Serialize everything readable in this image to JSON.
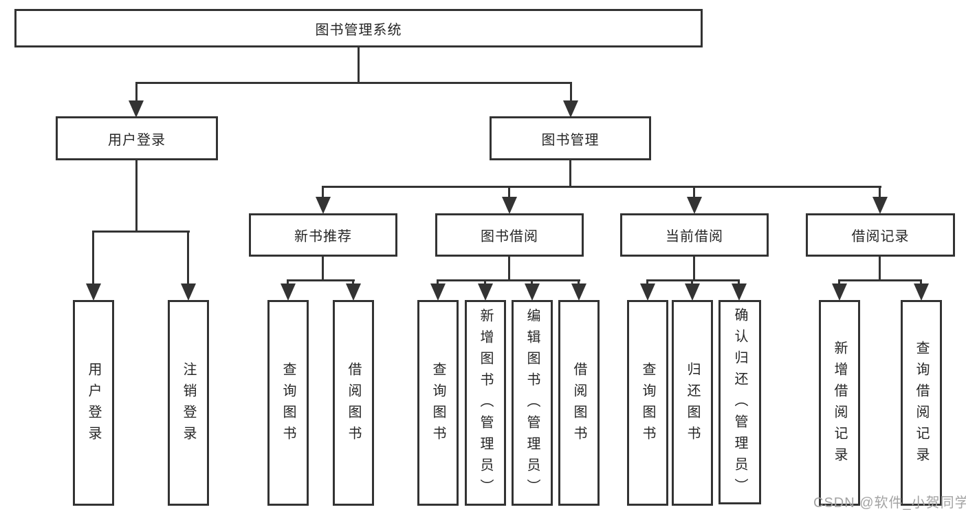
{
  "watermark": {
    "text": "CSDN @软件_小贺同学"
  },
  "colors": {
    "line": "#333333",
    "text": "#262626",
    "watermark": "#a3a3a3",
    "background": "#ffffff"
  },
  "tree": {
    "root": {
      "label": "图书管理系统"
    },
    "children": [
      {
        "label": "用户登录",
        "children": [
          {
            "label": "用户登录"
          },
          {
            "label": "注销登录"
          }
        ]
      },
      {
        "label": "图书管理",
        "children": [
          {
            "label": "新书推荐",
            "children": [
              {
                "label": "查询图书"
              },
              {
                "label": "借阅图书"
              }
            ]
          },
          {
            "label": "图书借阅",
            "children": [
              {
                "label": "查询图书"
              },
              {
                "label": "新增图书（管理员）"
              },
              {
                "label": "编辑图书（管理员）"
              },
              {
                "label": "借阅图书"
              }
            ]
          },
          {
            "label": "当前借阅",
            "children": [
              {
                "label": "查询图书"
              },
              {
                "label": "归还图书"
              },
              {
                "label": "确认归还（管理员）"
              }
            ]
          },
          {
            "label": "借阅记录",
            "children": [
              {
                "label": "新增借阅记录"
              },
              {
                "label": "查询借阅记录"
              }
            ]
          }
        ]
      }
    ]
  }
}
